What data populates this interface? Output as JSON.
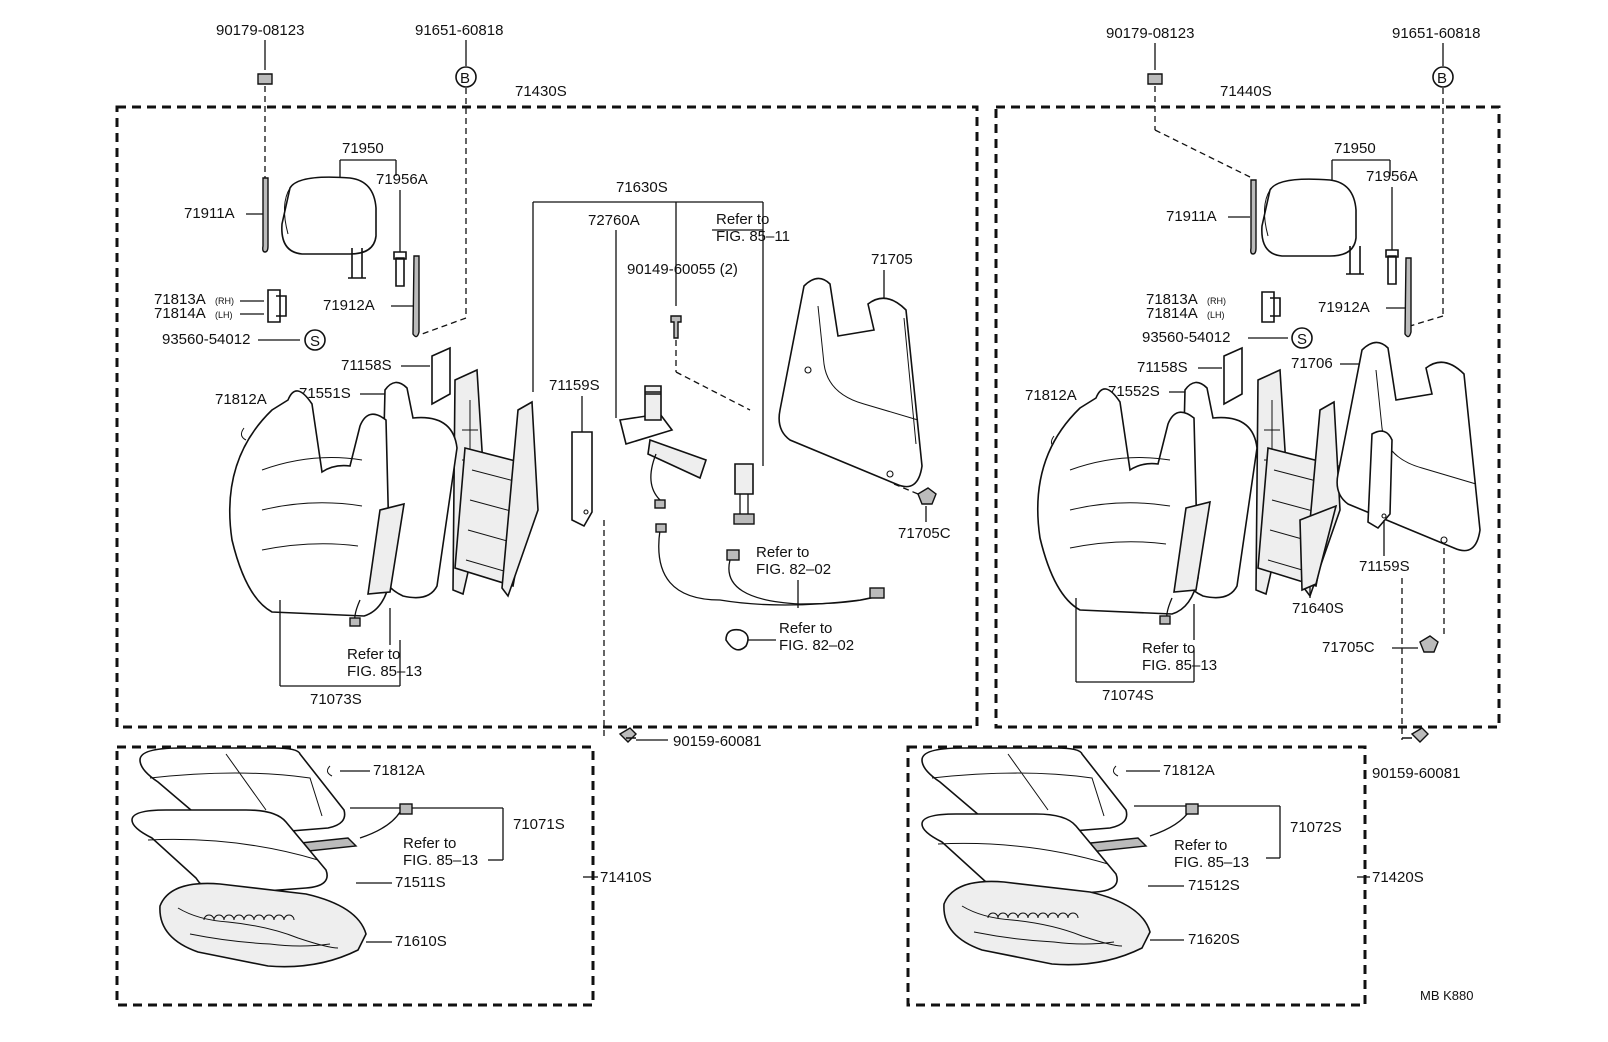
{
  "footer_code": "MB K880",
  "groups": {
    "left_seatback": "71430S",
    "right_seatback": "71440S",
    "left_cushion": "71410S",
    "right_cushion": "71420S"
  },
  "circle_marks": {
    "b": "B",
    "s": "S"
  },
  "left": {
    "p90179": "90179-08123",
    "p91651": "91651-60818",
    "p71950": "71950",
    "p71956a": "71956A",
    "p71911a": "71911A",
    "p71912a": "71912A",
    "p71813a": "71813A",
    "p71814a": "71814A",
    "rh": "(RH)",
    "lh": "(LH)",
    "p93560": "93560-54012",
    "p71158s": "71158S",
    "p71551s": "71551S",
    "p71812a": "71812A",
    "p71073s": "71073S",
    "ref1a": "Refer to",
    "ref1b": "FIG. 85–13"
  },
  "center": {
    "p71630s": "71630S",
    "p72760a": "72760A",
    "ref_a": "Refer to",
    "ref_b": "FIG. 85–11",
    "p90149": "90149-60055 (2)",
    "p71159s": "71159S",
    "p71705": "71705",
    "p71705c": "71705C",
    "ref2a": "Refer to",
    "ref2b": "FIG. 82–02",
    "ref3a": "Refer to",
    "ref3b": "FIG. 82–02",
    "p90159": "90159-60081"
  },
  "right": {
    "p90179": "90179-08123",
    "p91651": "91651-60818",
    "p71950": "71950",
    "p71956a": "71956A",
    "p71911a": "71911A",
    "p71912a": "71912A",
    "p71813a": "71813A",
    "p71814a": "71814A",
    "rh": "(RH)",
    "lh": "(LH)",
    "p93560": "93560-54012",
    "p71158s": "71158S",
    "p71552s": "71552S",
    "p71812a": "71812A",
    "p71706": "71706",
    "p71159s": "71159S",
    "p71640s": "71640S",
    "p71705c": "71705C",
    "p71074s": "71074S",
    "ref1a": "Refer to",
    "ref1b": "FIG. 85–13",
    "p90159": "90159-60081"
  },
  "cushion_left": {
    "p71812a": "71812A",
    "p71071s": "71071S",
    "ref_a": "Refer to",
    "ref_b": "FIG. 85–13",
    "p71511s": "71511S",
    "p71610s": "71610S"
  },
  "cushion_right": {
    "p71812a": "71812A",
    "p71072s": "71072S",
    "ref_a": "Refer to",
    "ref_b": "FIG. 85–13",
    "p71512s": "71512S",
    "p71620s": "71620S"
  }
}
